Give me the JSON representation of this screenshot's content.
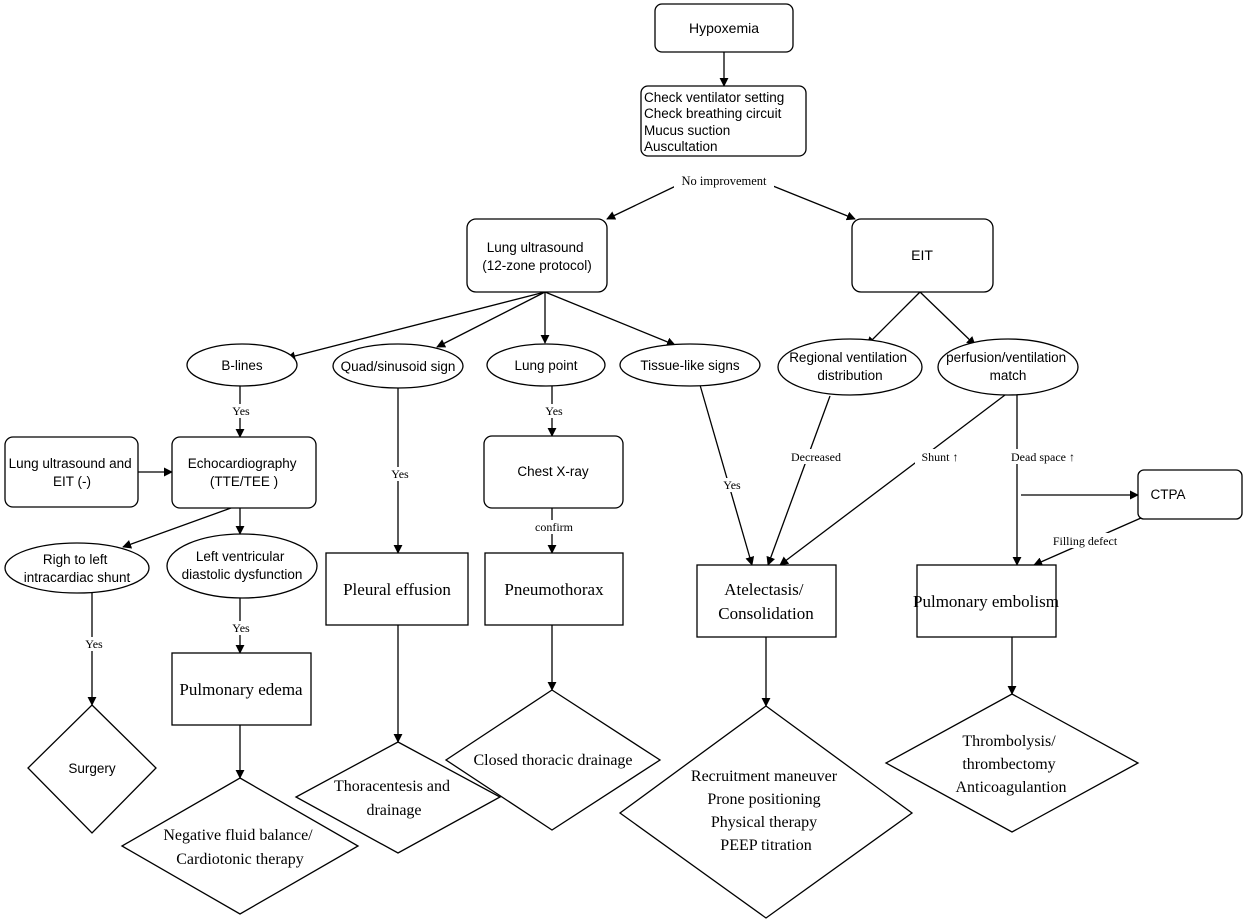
{
  "nodes": {
    "hypoxemia": [
      "Hypoxemia"
    ],
    "check": [
      "Check ventilator setting",
      "Check breathing circuit",
      "Mucus suction",
      "Auscultation"
    ],
    "lung_us": [
      "Lung ultrasound",
      "(12-zone protocol)"
    ],
    "eit": [
      "EIT"
    ],
    "b_lines": [
      "B-lines"
    ],
    "quad": [
      "Quad/sinusoid sign"
    ],
    "lung_point": [
      "Lung point"
    ],
    "tissue": [
      "Tissue-like signs"
    ],
    "regional": [
      "Regional ventilation",
      "distribution"
    ],
    "perfusion": [
      "perfusion/ventilation",
      "match"
    ],
    "lus_eit_neg": [
      "Lung ultrasound and",
      "EIT (-)"
    ],
    "echo": [
      "Echocardiography",
      "(TTE/TEE )"
    ],
    "chest_xray": [
      "Chest X-ray"
    ],
    "ctpa": [
      "CTPA"
    ],
    "shunt": [
      "Righ to left",
      "intracardiac shunt"
    ],
    "lv_dys": [
      "Left ventricular",
      "diastolic dysfunction"
    ],
    "pleural": [
      "Pleural effusion"
    ],
    "pneumo": [
      "Pneumothorax"
    ],
    "atelect": [
      "Atelectasis/",
      "Consolidation"
    ],
    "pe": [
      "Pulmonary embolism"
    ],
    "edema": [
      "Pulmonary edema"
    ],
    "surgery": [
      "Surgery"
    ],
    "negative_fluid": [
      "Negative fluid balance/",
      "Cardiotonic therapy"
    ],
    "thoracentesis": [
      "Thoracentesis and",
      "drainage"
    ],
    "closed_drain": [
      "Closed thoracic drainage"
    ],
    "recruit": [
      "Recruitment maneuver",
      "Prone positioning",
      "Physical therapy",
      "PEEP titration"
    ],
    "thrombo": [
      "Thrombolysis/",
      "thrombectomy",
      "Anticoagulantion"
    ]
  },
  "edge_labels": {
    "no_improvement": "No improvement",
    "yes_blines": "Yes",
    "yes_lungpoint": "Yes",
    "yes_quad": "Yes",
    "confirm": "confirm",
    "yes_tissue": "Yes",
    "decreased": "Decreased",
    "shunt_up": "Shunt ↑",
    "dead_space_up": "Dead space ↑",
    "filling_defect": "Filling defect",
    "yes_lv": "Yes",
    "yes_shunt": "Yes"
  }
}
